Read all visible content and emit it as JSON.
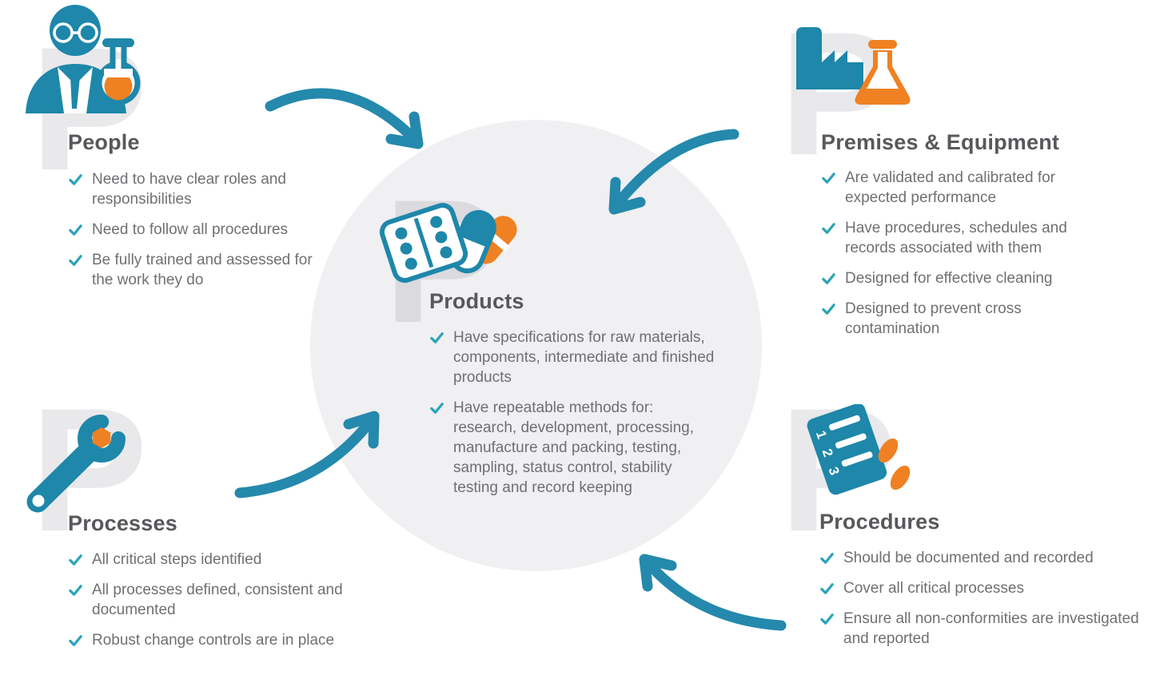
{
  "colors": {
    "teal_icon": "#1E87AA",
    "teal_arrow": "#2489AC",
    "teal_check": "#2BA4B8",
    "orange": "#EF8122",
    "heading_gray": "#57585B",
    "body_gray": "#6E7073",
    "circle_gray": "#F0EFF1",
    "letter_gray": "#E9E8EA",
    "letter_gray_inner": "#DBDADE"
  },
  "center": {
    "letter": "P",
    "title": "Products",
    "items": [
      "Have specifications for raw materials, components, intermediate and finished products",
      "Have repeatable methods for: research, development, processing, manufacture and packing, testing, sampling, status control, stability testing and record keeping"
    ]
  },
  "sections": [
    {
      "id": "people",
      "letter": "P",
      "title": "People",
      "items": [
        "Need to have clear roles and responsibilities",
        "Need to follow all procedures",
        "Be fully trained and assessed for the work they do"
      ]
    },
    {
      "id": "premises",
      "letter": "P",
      "title": "Premises & Equipment",
      "items": [
        "Are validated and calibrated for expected performance",
        "Have procedures, schedules and records associated with them",
        "Designed for effective cleaning",
        "Designed to prevent cross contamination"
      ]
    },
    {
      "id": "processes",
      "letter": "P",
      "title": "Processes",
      "items": [
        "All critical steps identified",
        "All processes defined, consistent and documented",
        "Robust change controls are in place"
      ]
    },
    {
      "id": "procedures",
      "letter": "P",
      "title": "Procedures",
      "items": [
        "Should be documented and recorded",
        "Cover all critical processes",
        "Ensure all non-conformities are investigated and reported"
      ]
    }
  ],
  "doc_numbers": [
    "1",
    "2",
    "3"
  ]
}
